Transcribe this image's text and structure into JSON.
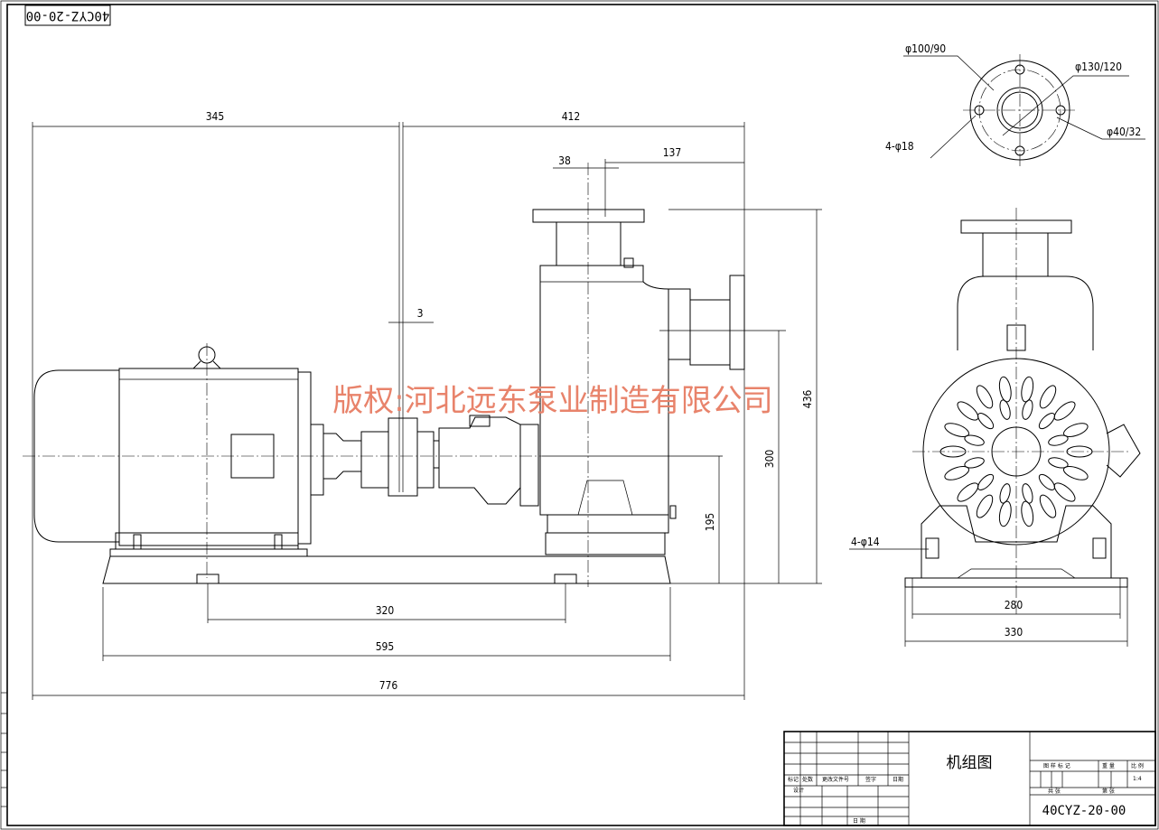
{
  "drawing_number_rotated": "40CYZ-20-00",
  "watermark": "版权:河北远东泵业制造有限公司",
  "dimensions": {
    "d345": "345",
    "d412": "412",
    "d38": "38",
    "d137": "137",
    "d3": "3",
    "d436": "436",
    "d300": "300",
    "d195": "195",
    "d320": "320",
    "d595": "595",
    "d776": "776",
    "d280": "280",
    "d330": "330",
    "hole_4_phi14": "4-φ14"
  },
  "flange_callouts": {
    "phi100_90": "φ100/90",
    "phi130_120": "φ130/120",
    "four_phi18": "4-φ18",
    "phi40_32": "φ40/32"
  },
  "title_block": {
    "drawing_name": "机组图",
    "drawing_code": "40CYZ-20-00",
    "scale": "1:4",
    "label_mark": "标记",
    "label_count": "处数",
    "label_change_doc": "更改文件号",
    "label_sign": "签字",
    "label_date": "日期",
    "label_design": "设计",
    "label_date2": "日 期",
    "label_stage_mark": "图 样 标 记",
    "label_weight": "重 量",
    "label_scale": "比 例",
    "label_sheets_total": "共 张",
    "label_sheet_no": "第 张"
  }
}
